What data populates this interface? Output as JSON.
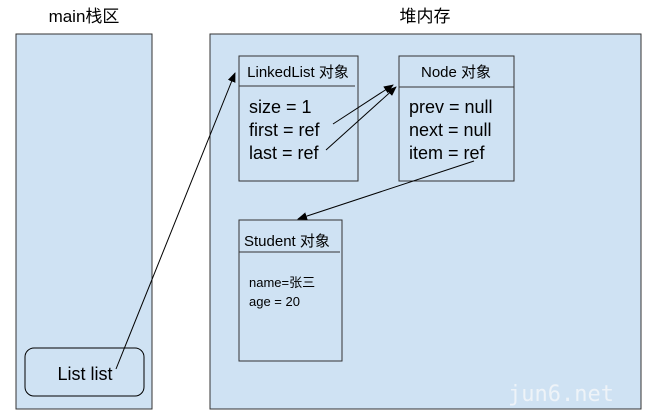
{
  "colors": {
    "region_fill": "#cfe2f3",
    "stroke": "#333333"
  },
  "stack": {
    "title": "main栈区",
    "variable": "List list"
  },
  "heap": {
    "title": "堆内存"
  },
  "linkedlist": {
    "title": "LinkedList 对象",
    "fields": [
      "size = 1",
      "first = ref",
      "last = ref"
    ]
  },
  "node": {
    "title": "Node 对象",
    "fields": [
      "prev = null",
      "next = null",
      "item = ref"
    ]
  },
  "student": {
    "title": "Student 对象",
    "fields": [
      "name=张三",
      "age = 20"
    ]
  },
  "watermark": "jun6.net"
}
